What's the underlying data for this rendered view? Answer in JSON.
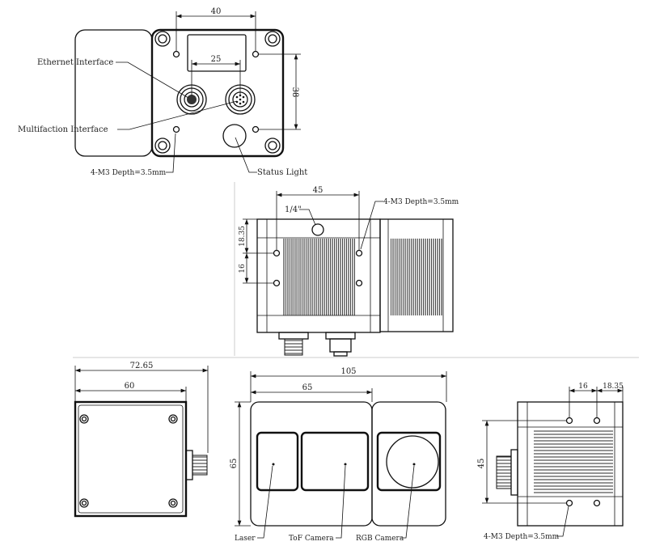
{
  "front_view": {
    "dim_width": "40",
    "dim_connector_spacing": "25",
    "dim_height": "38",
    "label_ethernet": "Ethernet Interface",
    "label_multifunction": "Multifaction Interface",
    "label_holes": "4-M3 Depth=3.5mm",
    "label_status": "Status Light"
  },
  "bottom_view": {
    "dim_width": "45",
    "label_tripod": "1/4\"",
    "label_holes": "4-M3 Depth=3.5mm",
    "dim_offset": "18.35",
    "dim_spacing": "16"
  },
  "side_view": {
    "dim_overall": "72.65",
    "dim_body": "60"
  },
  "lens_view": {
    "dim_overall": "105",
    "dim_tof": "65",
    "dim_height": "65",
    "label_laser": "Laser",
    "label_tof": "ToF Camera",
    "label_rgb": "RGB Camera"
  },
  "rear_view": {
    "dim_spacing": "16",
    "dim_offset": "18.35",
    "dim_height": "45",
    "label_holes": "4-M3 Depth=3.5mm"
  }
}
